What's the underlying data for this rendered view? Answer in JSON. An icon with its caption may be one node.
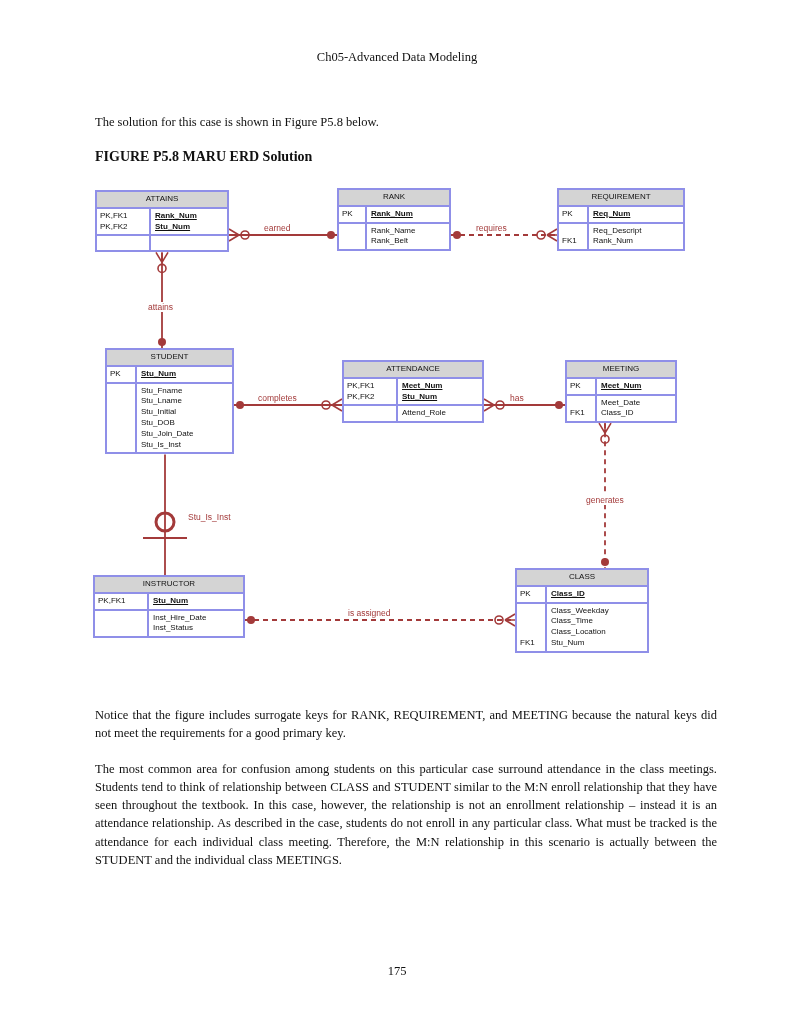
{
  "diagram": {
    "title": "FIGURE P5.8 MARU ERD Solution",
    "nodes": [
      {
        "text": [
          "ATTAINS",
          "PK,FK1 PK,FK2",
          "Rank_Num Stu_Num"
        ]
      },
      {
        "text": [
          "RANK",
          "PK",
          "Rank_Num",
          "Rank_Name Rank_Belt"
        ]
      },
      {
        "text": [
          "REQUIREMENT",
          "PK",
          "Req_Num",
          "FK1",
          "Req_Descript Rank_Num"
        ]
      },
      {
        "text": [
          "STUDENT",
          "PK",
          "Stu_Num",
          "Stu_Fname Stu_Lname Stu_Initial Stu_DOB Stu_Join_Date Stu_Is_Inst"
        ]
      },
      {
        "text": [
          "ATTENDANCE",
          "PK,FK1 PK,FK2",
          "Meet_Num Stu_Num",
          "Attend_Role"
        ]
      },
      {
        "text": [
          "MEETING",
          "PK",
          "Meet_Num",
          "FK1",
          "Meet_Date Class_ID"
        ]
      },
      {
        "text": [
          "INSTRUCTOR",
          "PK,FK1",
          "Stu_Num",
          "Inst_Hire_Date Inst_Status"
        ]
      },
      {
        "text": [
          "CLASS",
          "PK",
          "Class_ID",
          "FK1",
          "Class_Weekday Class_Time Class_Location Stu_Num"
        ]
      }
    ],
    "edges": [
      {
        "from": 0,
        "to": 1,
        "arrow": "other",
        "label": "earned"
      },
      {
        "from": 1,
        "to": 2,
        "arrow": "other",
        "label": "requires",
        "style": "dashed"
      },
      {
        "from": 0,
        "to": 3,
        "arrow": "other",
        "label": "attains"
      },
      {
        "from": 3,
        "to": 4,
        "arrow": "other",
        "label": "completes"
      },
      {
        "from": 4,
        "to": 5,
        "arrow": "other",
        "label": "has"
      },
      {
        "from": 5,
        "to": 7,
        "arrow": "other",
        "label": "generates",
        "style": "dashed"
      },
      {
        "from": 3,
        "to": 6,
        "arrow": "none",
        "label": "Stu_Is_Inst"
      },
      {
        "from": 6,
        "to": 7,
        "arrow": "other",
        "label": "is assigned",
        "style": "dashed"
      }
    ],
    "labels": [
      "Ch05-Advanced Data Modeling",
      "The solution for this case is shown in Figure P5.8 below.",
      "Notice that the figure includes surrogate keys for RANK, REQUIREMENT, and MEETING because the natural keys did not meet the requirements for a good primary key.",
      "The most common area for confusion among students on this particular case surround attendance in the class meetings. Students tend to think of relationship between CLASS and STUDENT similar to the M:N enroll relationship that they have seen throughout the textbook. In this case, however, the relationship is not an enrollment relationship – instead it is an attendance relationship. As described in the case, students do not enroll in any particular class. What must be tracked is the attendance for each individual class meeting. Therefore, the M:N relationship in this scenario is actually between the STUDENT and the individual class MEETINGS.",
      "175"
    ]
  }
}
